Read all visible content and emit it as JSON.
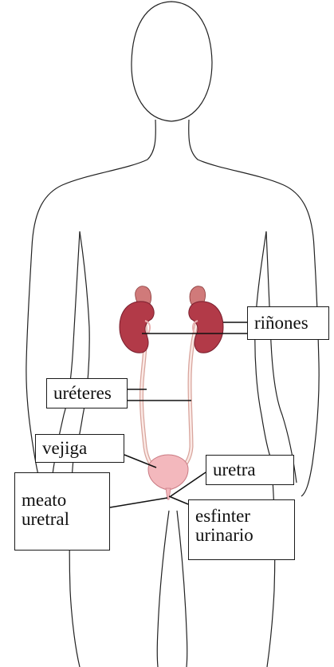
{
  "labels": {
    "kidneys": "riñones",
    "ureters": "uréteres",
    "bladder": "vejiga",
    "urethra": "uretra",
    "meatus": [
      "meato",
      "uretral"
    ],
    "sphincter": [
      "esfinter",
      "urinario"
    ]
  },
  "colors": {
    "outline": "#222222",
    "kidney": "#b23a48",
    "kidney_shadow": "#7a1f2e",
    "adrenal": "#d07a7a",
    "ureter": "#f2cfc8",
    "bladder": "#f3b8bd",
    "leader_line": "#111111"
  }
}
